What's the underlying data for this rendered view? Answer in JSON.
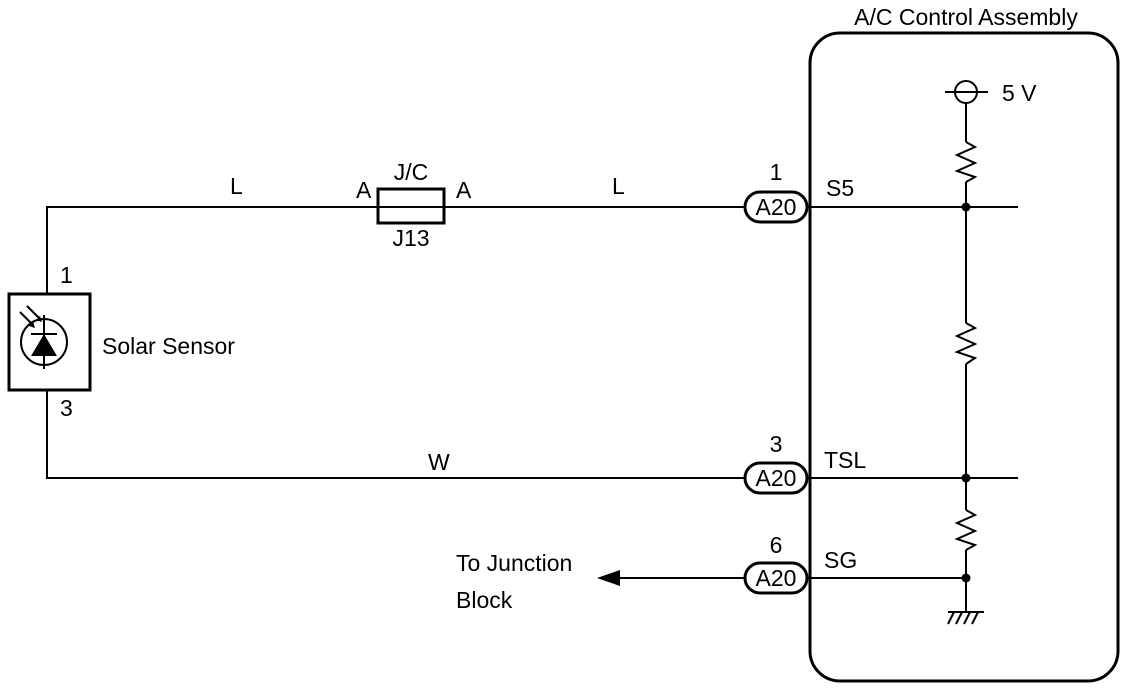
{
  "assembly": {
    "title": "A/C Control Assembly",
    "supply": "5 V"
  },
  "sensor": {
    "name": "Solar Sensor",
    "pin_top": "1",
    "pin_bottom": "3"
  },
  "junction": {
    "name": "J/C",
    "id": "J13",
    "left_pin": "A",
    "right_pin": "A"
  },
  "wires": {
    "top_left": "L",
    "top_right": "L",
    "bottom": "W"
  },
  "connectors": [
    {
      "pin": "1",
      "code": "A20",
      "terminal": "S5"
    },
    {
      "pin": "3",
      "code": "A20",
      "terminal": "TSL"
    },
    {
      "pin": "6",
      "code": "A20",
      "terminal": "SG"
    }
  ],
  "junction_block": {
    "line1": "To Junction",
    "line2": "Block"
  }
}
